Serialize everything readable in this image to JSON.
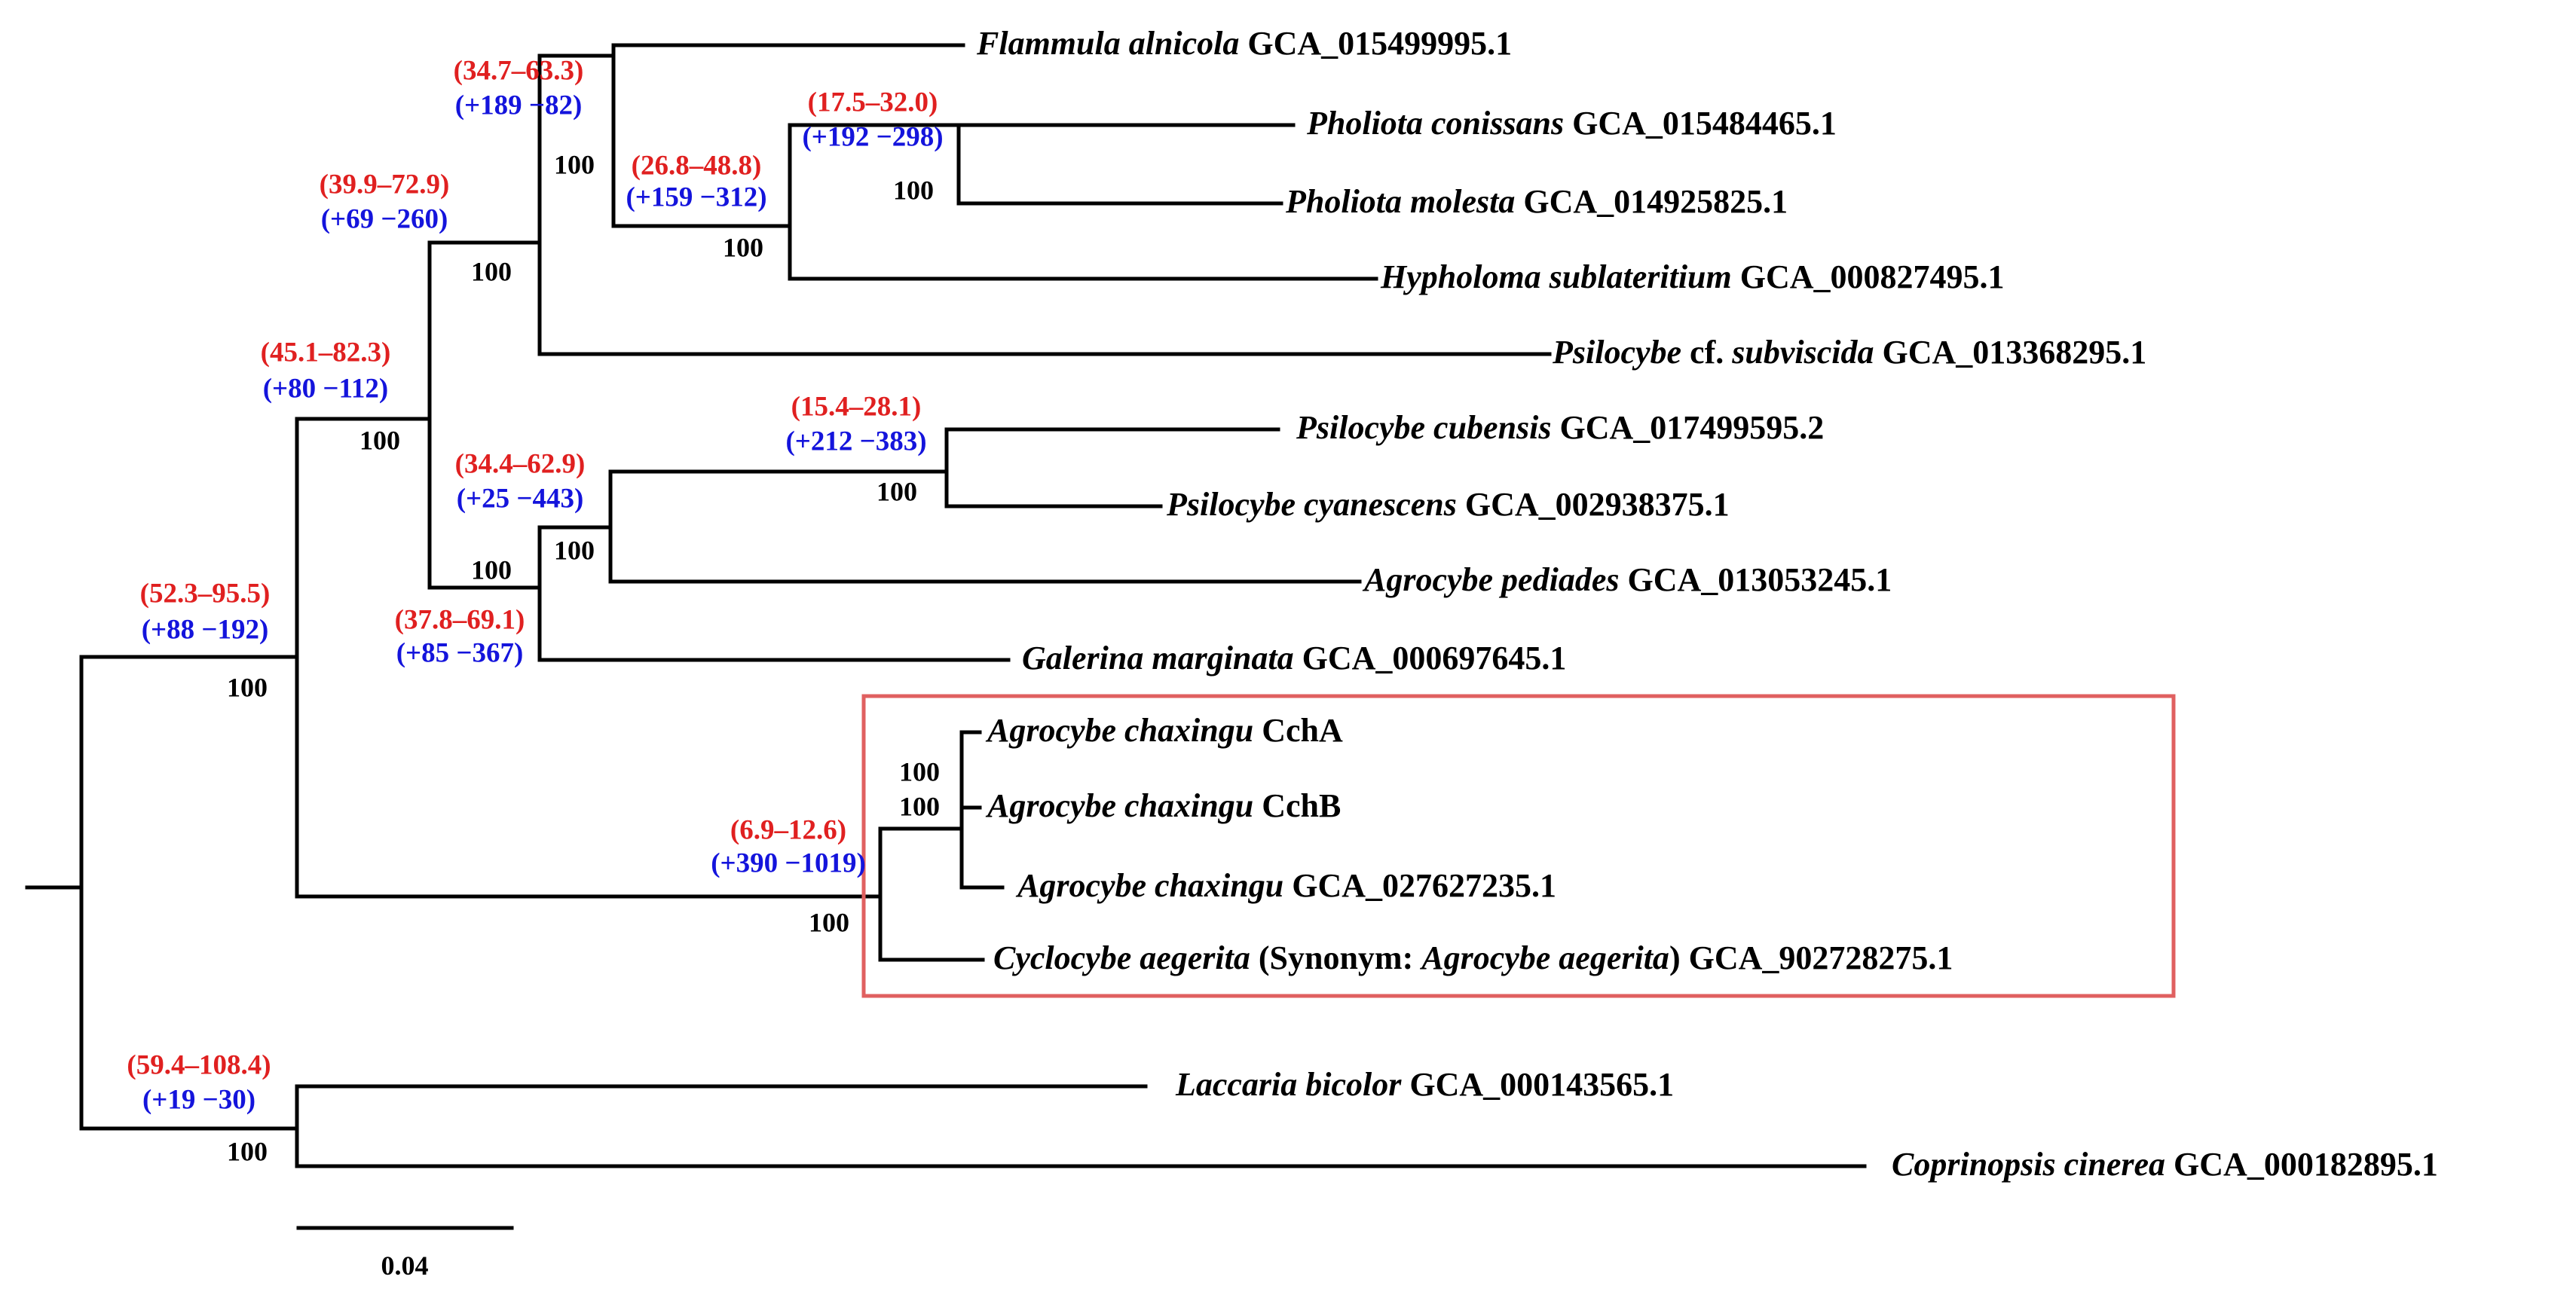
{
  "colors": {
    "divergence_time": "#e02020",
    "gene_family_change": "#1414dc",
    "highlight_box": "#e06060",
    "branch": "#000000"
  },
  "scale_bar": {
    "label": "0.04"
  },
  "taxa": [
    {
      "id": "flammula",
      "parts": [
        {
          "t": "Flammula alnicola",
          "i": true
        },
        {
          "t": " GCA_015499995.1",
          "i": false
        }
      ]
    },
    {
      "id": "conissans",
      "parts": [
        {
          "t": "Pholiota conissans",
          "i": true
        },
        {
          "t": "  GCA_015484465.1",
          "i": false
        }
      ]
    },
    {
      "id": "molesta",
      "parts": [
        {
          "t": "Pholiota molesta",
          "i": true
        },
        {
          "t": "  GCA_014925825.1",
          "i": false
        }
      ]
    },
    {
      "id": "hypholoma",
      "parts": [
        {
          "t": "Hypholoma sublateritium",
          "i": true
        },
        {
          "t": "  GCA_000827495.1",
          "i": false
        }
      ]
    },
    {
      "id": "subviscida",
      "parts": [
        {
          "t": "Psilocybe",
          "i": true
        },
        {
          "t": " cf. ",
          "i": false
        },
        {
          "t": "subviscida",
          "i": true
        },
        {
          "t": "  GCA_013368295.1",
          "i": false
        }
      ]
    },
    {
      "id": "cubensis",
      "parts": [
        {
          "t": "Psilocybe cubensis",
          "i": true
        },
        {
          "t": "  GCA_017499595.2",
          "i": false
        }
      ]
    },
    {
      "id": "cyanescens",
      "parts": [
        {
          "t": "Psilocybe cyanescens",
          "i": true
        },
        {
          "t": "  GCA_002938375.1",
          "i": false
        }
      ]
    },
    {
      "id": "pediades",
      "parts": [
        {
          "t": "Agrocybe pediades",
          "i": true
        },
        {
          "t": "  GCA_013053245.1",
          "i": false
        }
      ]
    },
    {
      "id": "galerina",
      "parts": [
        {
          "t": "Galerina marginata",
          "i": true
        },
        {
          "t": "  GCA_000697645.1",
          "i": false
        }
      ]
    },
    {
      "id": "ccha",
      "parts": [
        {
          "t": "Agrocybe chaxingu",
          "i": true
        },
        {
          "t": "  CchA",
          "i": false
        }
      ]
    },
    {
      "id": "cchb",
      "parts": [
        {
          "t": "Agrocybe chaxingu",
          "i": true
        },
        {
          "t": "  CchB",
          "i": false
        }
      ]
    },
    {
      "id": "chaxingu-gca",
      "parts": [
        {
          "t": "Agrocybe chaxingu",
          "i": true
        },
        {
          "t": "  GCA_027627235.1",
          "i": false
        }
      ]
    },
    {
      "id": "aegerita",
      "parts": [
        {
          "t": "Cyclocybe aegerita",
          "i": true
        },
        {
          "t": " (Synonym: ",
          "i": false
        },
        {
          "t": "Agrocybe aegerita",
          "i": true
        },
        {
          "t": ")  GCA_902728275.1",
          "i": false
        }
      ]
    },
    {
      "id": "laccaria",
      "parts": [
        {
          "t": "Laccaria bicolor",
          "i": true
        },
        {
          "t": "  GCA_000143565.1",
          "i": false
        }
      ]
    },
    {
      "id": "coprinopsis",
      "parts": [
        {
          "t": "Coprinopsis cinerea",
          "i": true
        },
        {
          "t": "  GCA_000182895.1",
          "i": false
        }
      ]
    }
  ],
  "nodes": [
    {
      "id": "n-flam-pholiota",
      "time": "(34.7–63.3)",
      "gain_loss": "(+189 −82)",
      "support": "100"
    },
    {
      "id": "n-pholiota-hypholoma",
      "time": "(26.8–48.8)",
      "gain_loss": "(+159 −312)",
      "support": "100"
    },
    {
      "id": "n-pholiota",
      "time": "(17.5–32.0)",
      "gain_loss": "(+192 −298)",
      "support": "100"
    },
    {
      "id": "n-hymeno-psilo",
      "time": "(39.9–72.9)",
      "gain_loss": "(+69 −260)",
      "support": "100"
    },
    {
      "id": "n-ingroup-a",
      "time": "(45.1–82.3)",
      "gain_loss": "(+80 −112)",
      "support": "100"
    },
    {
      "id": "n-psilocybe-agrocybe",
      "time": "(34.4–62.9)",
      "gain_loss": "(+25 −443)",
      "support": "100"
    },
    {
      "id": "n-psilocybe",
      "time": "(15.4–28.1)",
      "gain_loss": "(+212 −383)",
      "support": "100"
    },
    {
      "id": "n-galerina-group",
      "time": "(37.8–69.1)",
      "gain_loss": "(+85 −367)",
      "support": "100"
    },
    {
      "id": "n-ingroup-root",
      "time": "(52.3–95.5)",
      "gain_loss": "(+88 −192)",
      "support": "100"
    },
    {
      "id": "n-chaxingu-aegerita",
      "time": "(6.9–12.6)",
      "gain_loss": "(+390 −1019)",
      "support": "100"
    },
    {
      "id": "n-chaxingu-inner",
      "support": "100"
    },
    {
      "id": "n-chaxingu-outer",
      "support": "100"
    },
    {
      "id": "n-outgroup",
      "time": "(59.4–108.4)",
      "gain_loss": "(+19 −30)",
      "support": "100"
    }
  ]
}
